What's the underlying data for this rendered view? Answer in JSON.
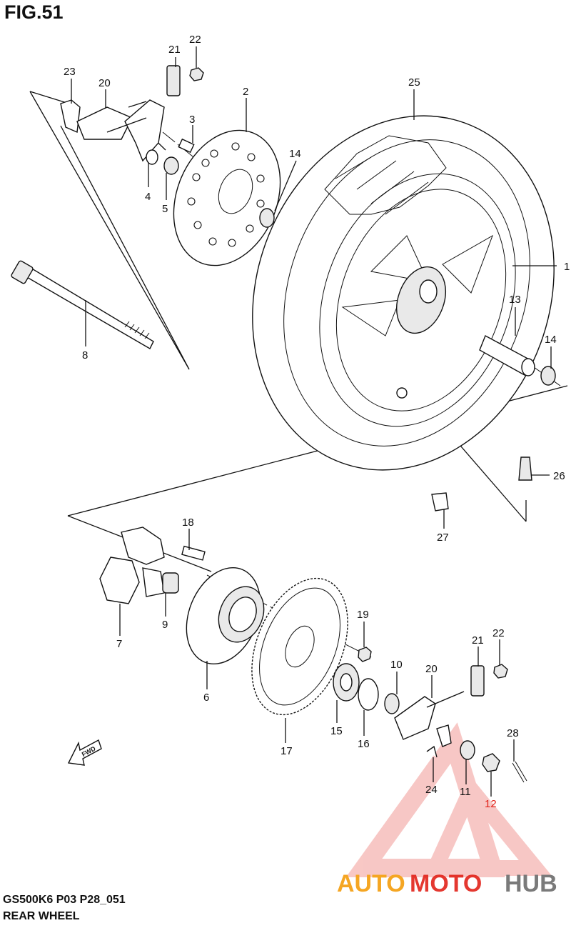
{
  "figure": {
    "title": "FIG.51"
  },
  "footer": {
    "code": "GS500K6 P03 P28_051",
    "name": "REAR WHEEL"
  },
  "fwd": {
    "label": "FWD"
  },
  "watermark": {
    "part1": "AUTO",
    "part2": "MOTO",
    "part3": "HUB",
    "colors": {
      "orange": "#f5a623",
      "red": "#e2231a",
      "gray": "#7a7a7a"
    }
  },
  "callouts": {
    "p1": "1",
    "p2": "2",
    "p3": "3",
    "p4": "4",
    "p5": "5",
    "p6": "6",
    "p7": "7",
    "p8": "8",
    "p9": "9",
    "p10": "10",
    "p11": "11",
    "p12": "12",
    "p13": "13",
    "p14a": "14",
    "p14b": "14",
    "p15": "15",
    "p16": "16",
    "p17": "17",
    "p18": "18",
    "p19": "19",
    "p20a": "20",
    "p20b": "20",
    "p21a": "21",
    "p21b": "21",
    "p22a": "22",
    "p22b": "22",
    "p23": "23",
    "p24": "24",
    "p25": "25",
    "p26": "26",
    "p27": "27",
    "p28": "28"
  },
  "icons": [
    "fwd-arrow-icon",
    "automotohub-logo-icon"
  ]
}
